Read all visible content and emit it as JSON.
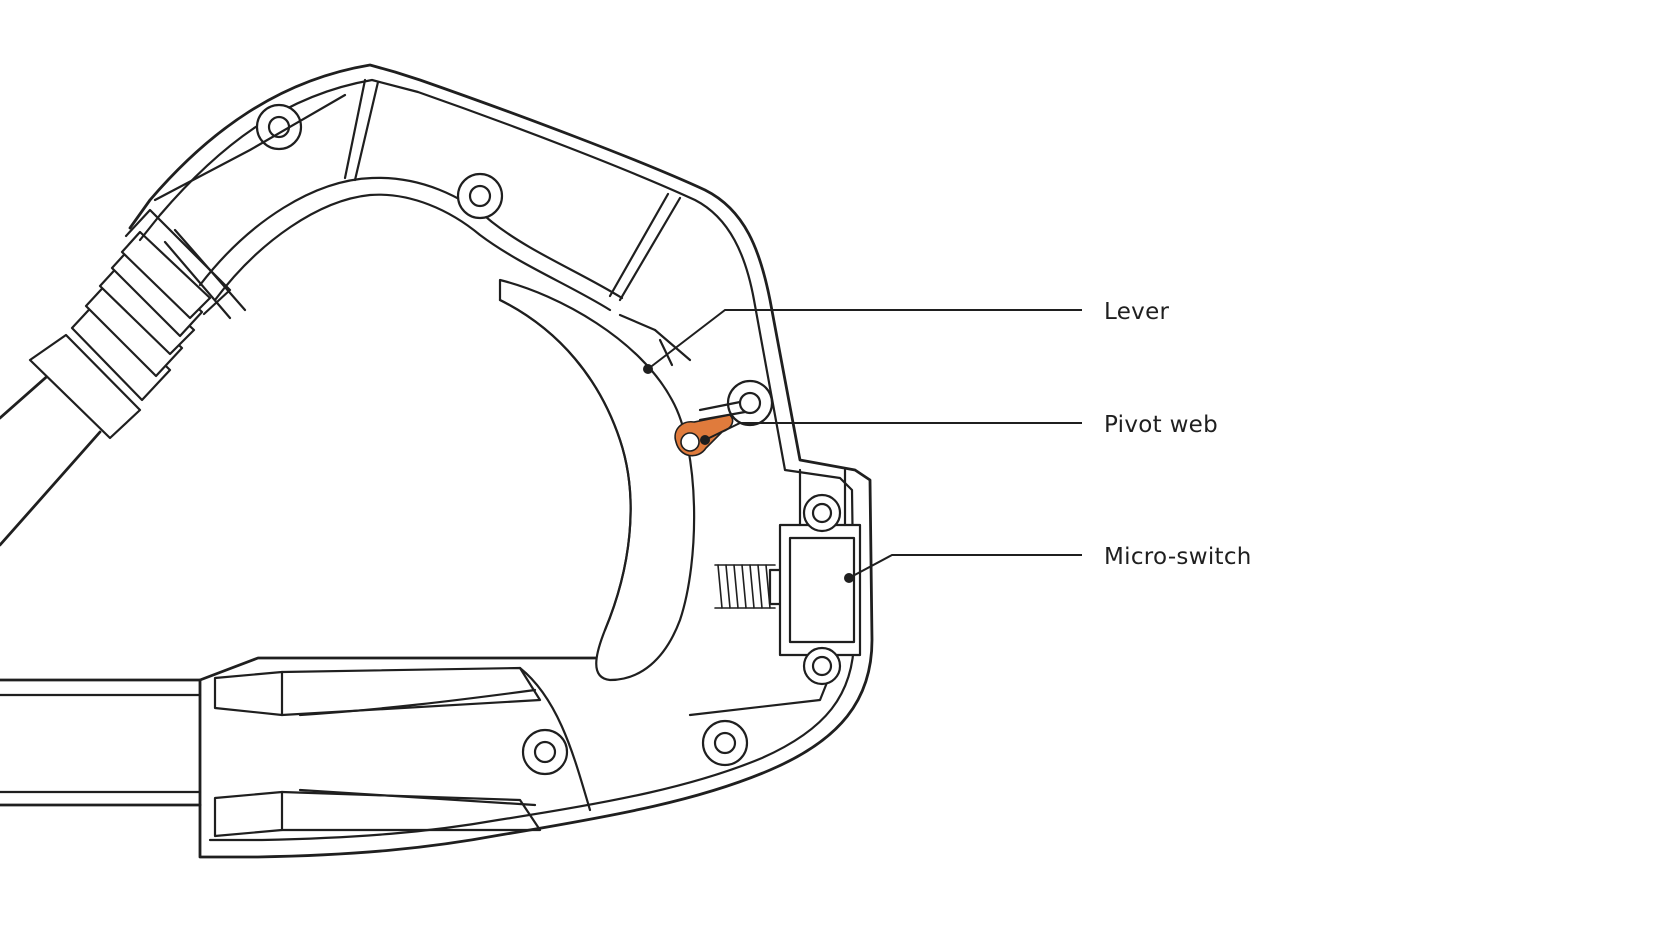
{
  "diagram": {
    "callouts": [
      {
        "id": "lever",
        "label": "Lever"
      },
      {
        "id": "pivot-web",
        "label": "Pivot web"
      },
      {
        "id": "micro-switch",
        "label": "Micro-switch"
      }
    ],
    "colors": {
      "line": "#1f1f1f",
      "highlight": "#e07b3c",
      "background": "#ffffff"
    }
  }
}
